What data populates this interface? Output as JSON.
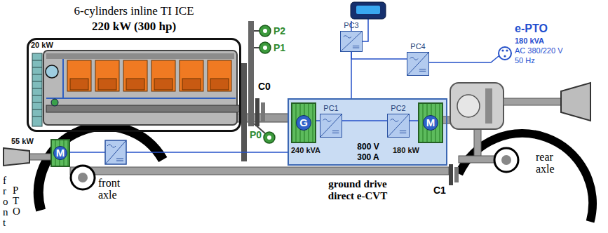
{
  "diagram": {
    "nodes": [
      {
        "text": [
          "6-cylinders inline TI ICE",
          "220 kW (300 hp)"
        ]
      },
      {
        "text": [
          "800 V",
          "300 A"
        ]
      },
      {
        "text": [
          "G"
        ],
        "in": 1
      },
      {
        "text": [
          "PC1"
        ],
        "in": 1
      },
      {
        "text": [
          "PC2"
        ],
        "in": 1
      },
      {
        "text": [
          "M"
        ],
        "in": 1
      },
      {
        "text": [
          "PC3"
        ]
      },
      {
        "text": [
          "PC4"
        ]
      },
      {
        "text": [
          "M"
        ]
      }
    ],
    "edges": [
      {
        "from": 2,
        "to": 3,
        "arrow": "none"
      },
      {
        "from": 3,
        "to": 4,
        "arrow": "none"
      },
      {
        "from": 4,
        "to": 5,
        "arrow": "none"
      },
      {
        "from": 6,
        "to": 7,
        "arrow": "none"
      },
      {
        "from": 6,
        "to": 1,
        "arrow": "none"
      },
      {
        "from": 8,
        "to": 1,
        "arrow": "none"
      }
    ],
    "labels": [
      "20 kW",
      "P2",
      "P1",
      "C0",
      "P0",
      "240 kVA",
      "180 kW",
      "e-PTO",
      "180 kVA",
      "AC 380/220 V",
      "50 Hz",
      "55 kW",
      "front",
      "PTO",
      "front axle",
      "ground drive direct e-CVT",
      "C1",
      "rear axle"
    ]
  }
}
